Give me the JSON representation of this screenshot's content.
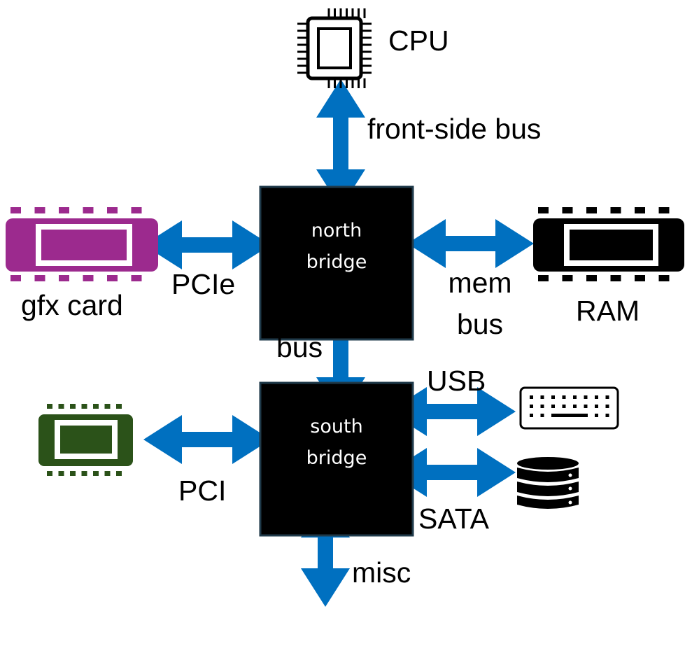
{
  "colors": {
    "bus_arrow": "#0070C0",
    "gfx_card": "#9C2A8E",
    "pci_card": "#2B5219",
    "bridge": "#000000",
    "bridge_border": "#1F3A4A"
  },
  "nodes": {
    "cpu": {
      "label": "CPU",
      "icon": "cpu-chip-icon"
    },
    "north_bridge": {
      "line1": "north",
      "line2": "bridge"
    },
    "south_bridge": {
      "line1": "south",
      "line2": "bridge"
    },
    "gfx_card": {
      "label": "gfx card",
      "icon": "expansion-card-icon"
    },
    "ram": {
      "label": "RAM",
      "icon": "memory-module-icon"
    },
    "pci_card": {
      "icon": "expansion-card-icon"
    },
    "keyboard": {
      "icon": "keyboard-icon"
    },
    "storage": {
      "icon": "database-icon"
    }
  },
  "links": {
    "fsb": "front-side bus",
    "pcie": "PCIe",
    "mem_bus_line1": "mem",
    "mem_bus_line2": "bus",
    "bus": "bus",
    "pci": "PCI",
    "usb": "USB",
    "sata": "SATA",
    "misc": "misc"
  }
}
